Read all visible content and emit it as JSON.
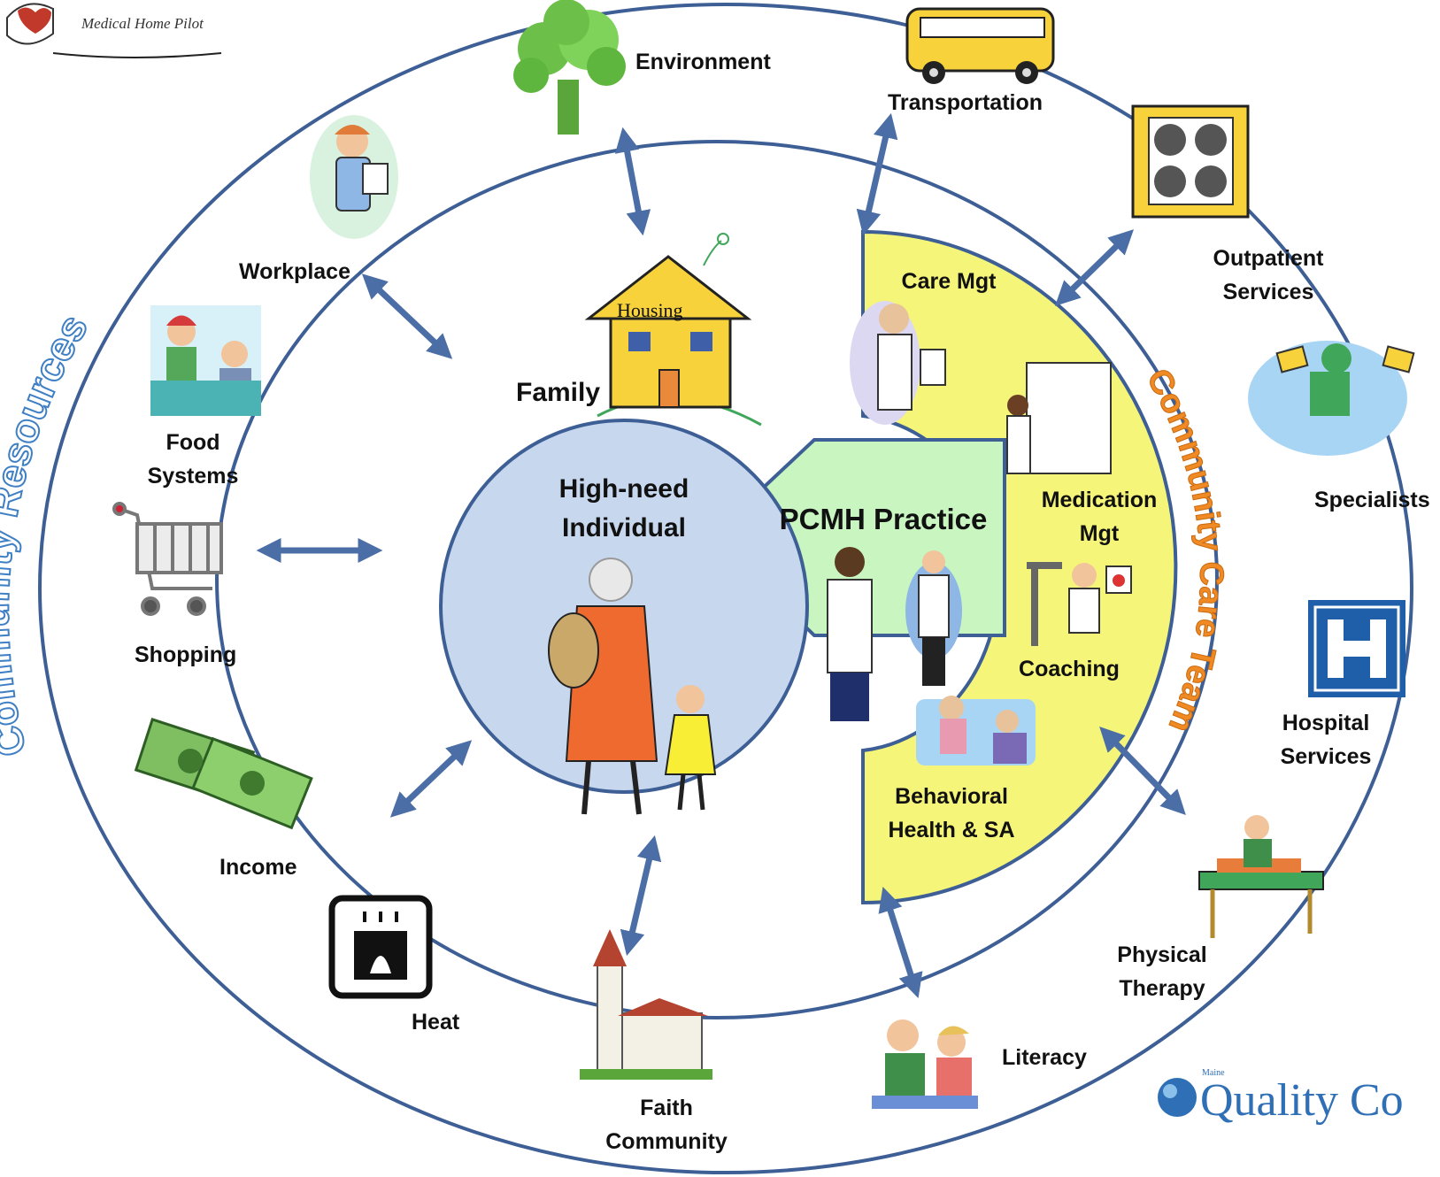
{
  "logo_top_left": {
    "text": "Medical Home Pilot"
  },
  "logo_bottom_right": {
    "small": "Maine",
    "text": "Quality Co"
  },
  "outer_title": "Community Resources",
  "team_title": "Community Care Team",
  "center": {
    "individual": [
      "High-need",
      "Individual"
    ],
    "practice": "PCMH Practice"
  },
  "family": {
    "label": "Family",
    "housing": "Housing"
  },
  "resources": {
    "environment": "Environment",
    "transportation": "Transportation",
    "workplace": "Workplace",
    "food": [
      "Food",
      "Systems"
    ],
    "shopping": "Shopping",
    "income": "Income",
    "heat": "Heat",
    "faith": [
      "Faith",
      "Community"
    ],
    "literacy": "Literacy",
    "outpatient": [
      "Outpatient",
      "Services"
    ],
    "specialists": "Specialists",
    "hospital": [
      "Hospital",
      "Services"
    ],
    "physical_therapy": [
      "Physical",
      "Therapy"
    ]
  },
  "care_team": {
    "care_mgt": "Care Mgt",
    "medication": [
      "Medication",
      "Mgt"
    ],
    "coaching": "Coaching",
    "behavioral": [
      "Behavioral",
      "Health & SA"
    ]
  },
  "colors": {
    "ring": "#3d5f95",
    "arrow": "#4b6ea6",
    "center_fill": "#c6d7ee",
    "practice_fill": "#c8f5c0",
    "team_fill": "#f5f57a",
    "outer_title": "#3f7fc4",
    "team_title": "#f08a24"
  }
}
